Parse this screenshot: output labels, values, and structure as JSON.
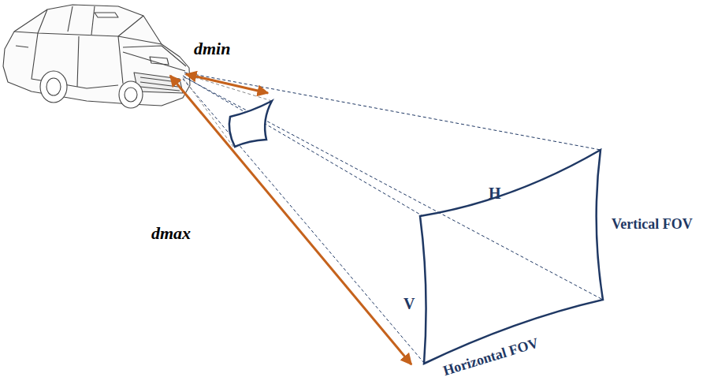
{
  "diagram": {
    "labels": [
      "dmin",
      "dmax",
      "H",
      "V",
      "Vertical FOV",
      "Horizontal FOV"
    ]
  }
}
